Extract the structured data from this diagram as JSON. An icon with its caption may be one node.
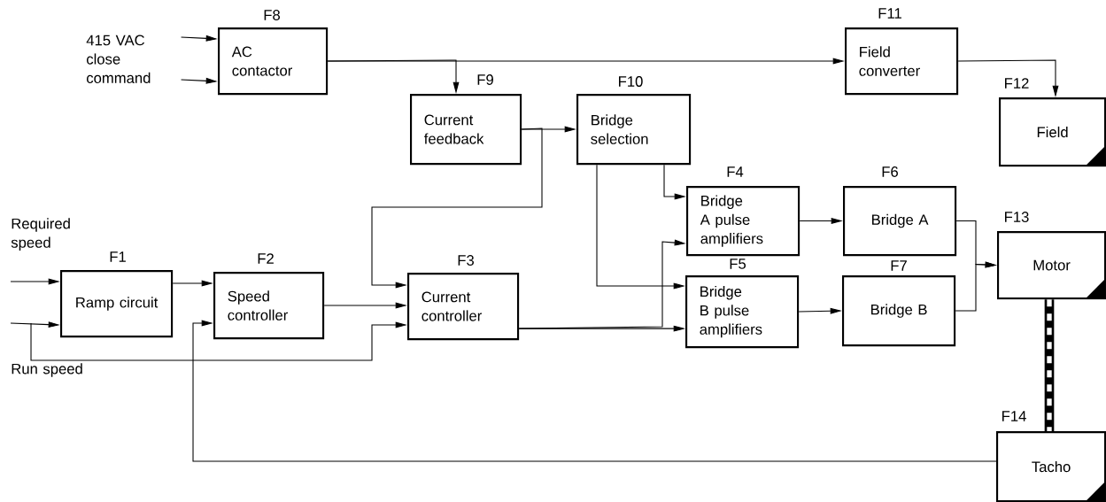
{
  "diagram": {
    "nodes": [
      {
        "text": [
          "415 VAC close command"
        ]
      },
      {
        "text": [
          "F8",
          "AC contactor"
        ]
      },
      {
        "text": [
          "F11",
          "Field converter"
        ]
      },
      {
        "text": [
          "F9",
          "Current feedback"
        ]
      },
      {
        "text": [
          "F10",
          "Bridge selection"
        ]
      },
      {
        "text": [
          "F12",
          "Field"
        ]
      },
      {
        "text": [
          "F4",
          "Bridge A pulse amplifiers"
        ]
      },
      {
        "text": [
          "F6",
          "Bridge A"
        ]
      },
      {
        "text": [
          "F13",
          "Motor"
        ]
      },
      {
        "text": [
          "F1",
          "Ramp circuit"
        ]
      },
      {
        "text": [
          "F2",
          "Speed controller"
        ]
      },
      {
        "text": [
          "F3",
          "Current controller"
        ]
      },
      {
        "text": [
          "F5",
          "Bridge B pulse amplifiers"
        ]
      },
      {
        "text": [
          "F7",
          "Bridge B"
        ]
      },
      {
        "text": [
          "F14",
          "Tacho"
        ]
      }
    ],
    "edges": [
      {
        "from": 0,
        "to": 1,
        "arrow": "to"
      },
      {
        "from": 0,
        "to": 1,
        "arrow": "to"
      },
      {
        "from": 1,
        "to": 2,
        "arrow": "to"
      },
      {
        "from": 1,
        "to": 3,
        "arrow": "to"
      },
      {
        "from": 2,
        "to": 5,
        "arrow": "to"
      },
      {
        "from": 3,
        "to": 4,
        "arrow": "to"
      },
      {
        "from": 3,
        "to": 11,
        "arrow": "to"
      },
      {
        "from": 4,
        "to": 6,
        "arrow": "to"
      },
      {
        "from": 4,
        "to": 12,
        "arrow": "to"
      },
      {
        "from": 11,
        "to": 6,
        "arrow": "to"
      },
      {
        "from": 11,
        "to": 12,
        "arrow": "to"
      },
      {
        "from": 6,
        "to": 7,
        "arrow": "to"
      },
      {
        "from": 12,
        "to": 13,
        "arrow": "to"
      },
      {
        "from": 7,
        "to": 8,
        "arrow": "to"
      },
      {
        "from": 13,
        "to": 8,
        "arrow": "to"
      },
      {
        "from": null,
        "to": 9,
        "arrow": "to"
      },
      {
        "from": null,
        "to": 9,
        "arrow": "to"
      },
      {
        "from": null,
        "to": 11,
        "arrow": "to"
      },
      {
        "from": 10,
        "to": 11,
        "arrow": "to"
      },
      {
        "from": 9,
        "to": 10,
        "arrow": "to"
      },
      {
        "from": 14,
        "to": 10,
        "arrow": "to"
      },
      {
        "from": 8,
        "to": 14,
        "arrow": "none",
        "style": "thick"
      }
    ],
    "labels": [
      "Required speed",
      "Run speed"
    ]
  }
}
